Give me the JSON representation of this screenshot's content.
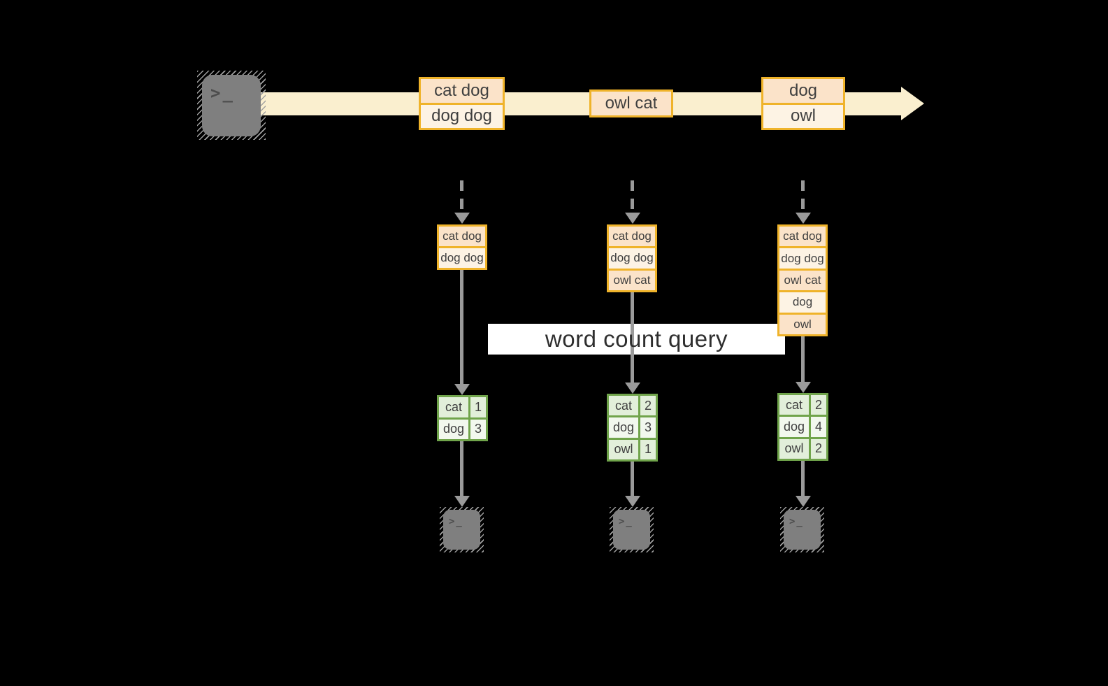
{
  "diagram": {
    "title_label": "word count query",
    "terminal_glyph": ">_",
    "colors": {
      "background": "#000000",
      "stream_band": "#FAEFCF",
      "cell_peach": "#FBE3C9",
      "cell_cream": "#FDF3E4",
      "accent_gold": "#EFB32A",
      "green_border": "#70A44B",
      "green_cell_dark": "#E2EFDA",
      "green_cell_light": "#F2F8EE",
      "arrow_gray": "#9A9A9A",
      "label_bg": "#FFFFFF",
      "text_dark": "#3F3F3F",
      "terminal_gray": "#7F7F7F"
    },
    "timeline": {
      "events": [
        {
          "lines": [
            "cat dog",
            "dog dog"
          ]
        },
        {
          "lines": [
            "owl cat"
          ]
        },
        {
          "lines": [
            "dog",
            "owl"
          ]
        }
      ]
    },
    "columns": [
      {
        "state": [
          "cat dog",
          "dog dog"
        ],
        "counts": [
          {
            "word": "cat",
            "count": "1"
          },
          {
            "word": "dog",
            "count": "3"
          }
        ]
      },
      {
        "state": [
          "cat dog",
          "dog dog",
          "owl cat"
        ],
        "counts": [
          {
            "word": "cat",
            "count": "2"
          },
          {
            "word": "dog",
            "count": "3"
          },
          {
            "word": "owl",
            "count": "1"
          }
        ]
      },
      {
        "state": [
          "cat dog",
          "dog dog",
          "owl cat",
          "dog",
          "owl"
        ],
        "counts": [
          {
            "word": "cat",
            "count": "2"
          },
          {
            "word": "dog",
            "count": "4"
          },
          {
            "word": "owl",
            "count": "2"
          }
        ]
      }
    ]
  }
}
